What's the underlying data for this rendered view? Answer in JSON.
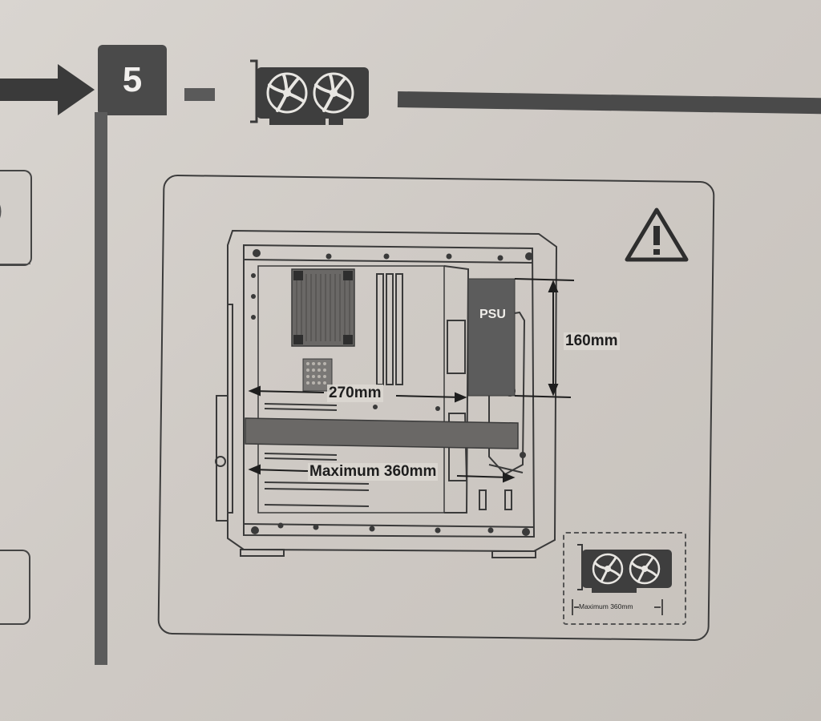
{
  "step": {
    "number": "5"
  },
  "labels": {
    "psu": "PSU",
    "psu_height": "160mm",
    "gpu_short": "270mm",
    "gpu_max": "Maximum 360mm",
    "thumb_max": "Maximum 360mm"
  },
  "icons": {
    "header": "graphics-card-icon",
    "warning": "warning-icon",
    "thumbnail": "graphics-card-icon"
  },
  "colors": {
    "paper": "#d4d0cb",
    "ink": "#3a3a3a",
    "psu_fill": "#5c5c5c",
    "gpu_band": "#6a6866"
  }
}
